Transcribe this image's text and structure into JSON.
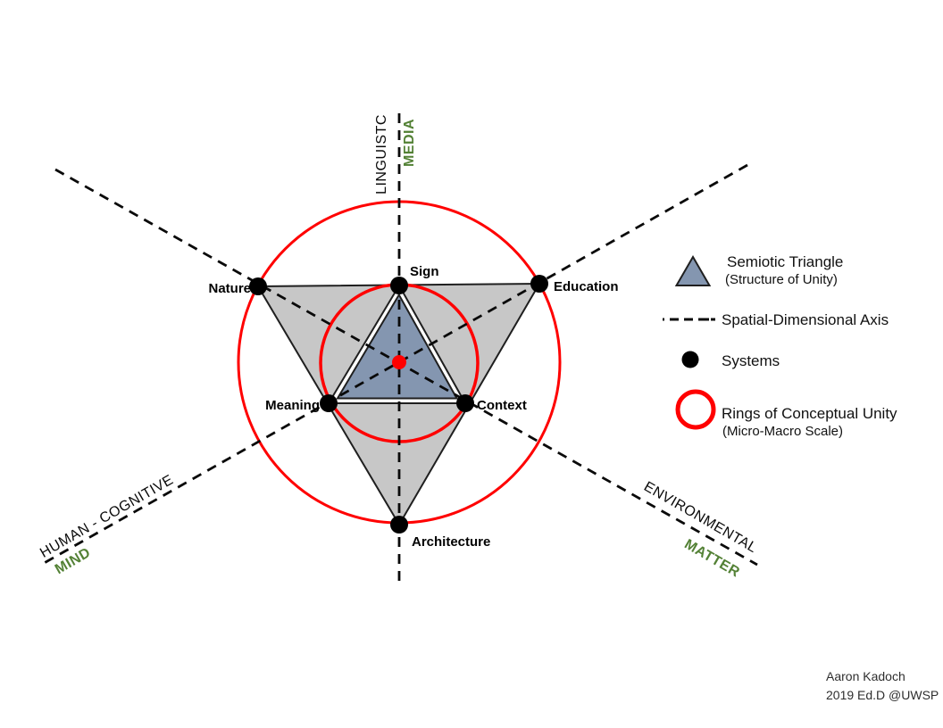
{
  "colors": {
    "ring_red": "#ff0000",
    "center_dot_red": "#ff0000",
    "axis_green": "#538135",
    "triangle_blue": "#8496b0",
    "triangle_gray": "#c7c7c7",
    "line_black": "#0a0a0a"
  },
  "axes": {
    "vertical": {
      "label_black": "LINGUISTC",
      "label_green": "MEDIA"
    },
    "lower_left": {
      "label_black": "HUMAN - COGNITIVE",
      "label_green": "MIND"
    },
    "lower_right": {
      "label_black": "ENVIRONMENTAL",
      "label_green": "MATTER"
    }
  },
  "nodes": {
    "sign": "Sign",
    "nature": "Nature",
    "education": "Education",
    "meaning": "Meaning",
    "context": "Context",
    "architecture": "Architecture"
  },
  "legend": {
    "semiotic_triangle": {
      "title": "Semiotic Triangle",
      "subtitle": "(Structure of Unity)"
    },
    "axis": {
      "title": "Spatial-Dimensional Axis"
    },
    "systems": {
      "title": "Systems"
    },
    "rings": {
      "title": "Rings of Conceptual Unity",
      "subtitle": "(Micro-Macro Scale)"
    }
  },
  "attribution": {
    "line1": "Aaron Kadoch",
    "line2": "2019  Ed.D @UWSP"
  }
}
